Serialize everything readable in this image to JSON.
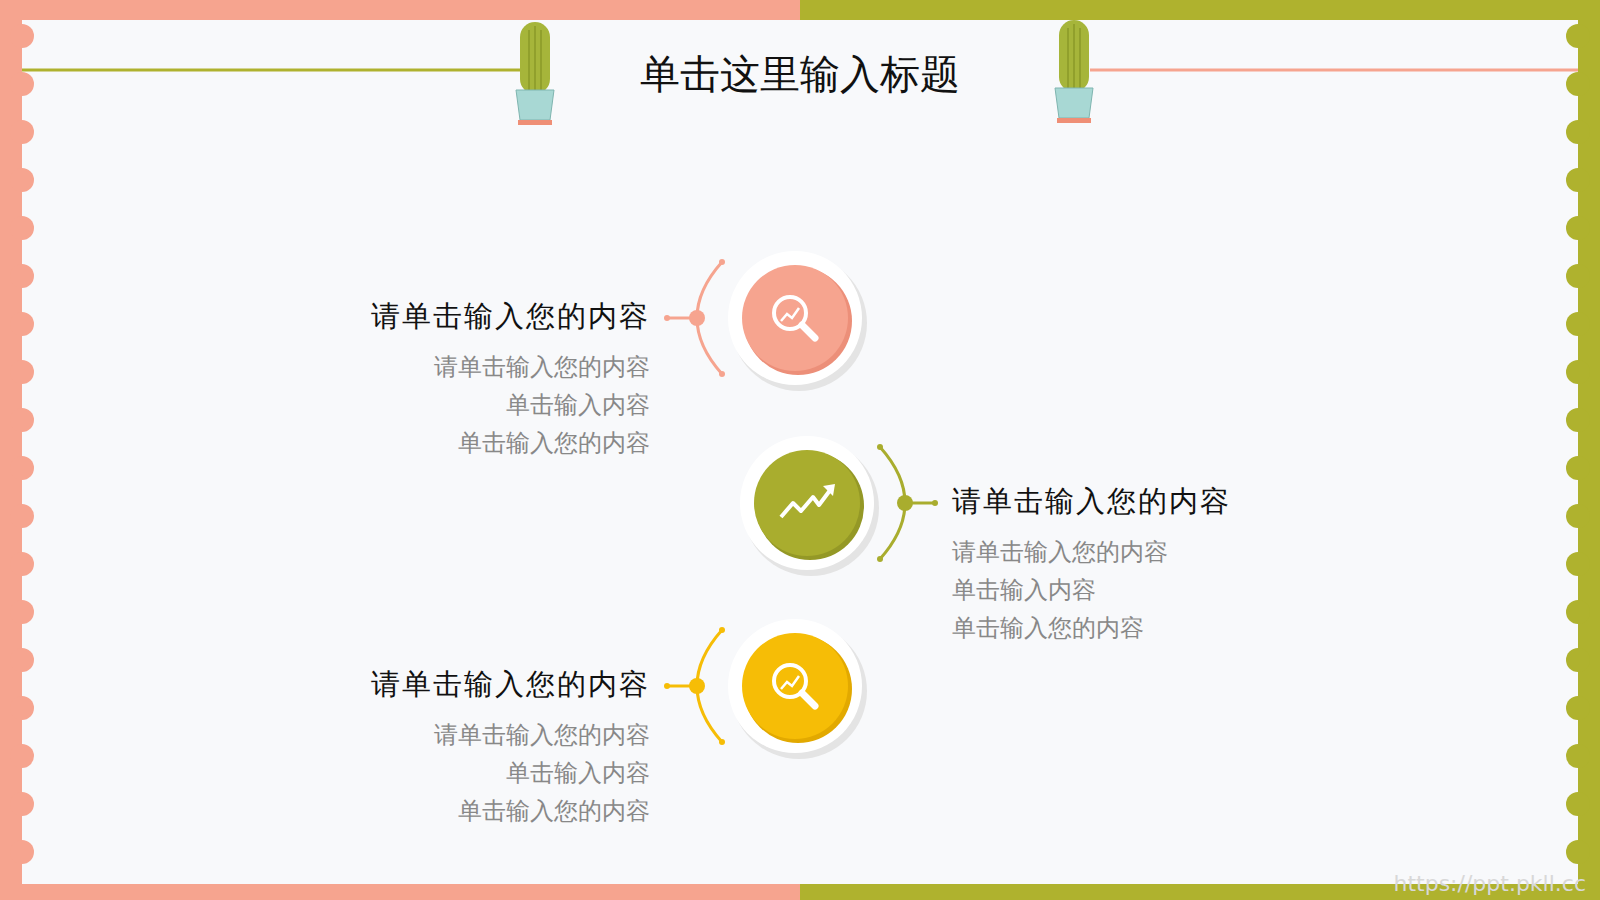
{
  "diagram": {
    "title": "单击这里输入标题",
    "nodes": [
      {
        "text": [
          "请单击输入您的内容",
          "请单击输入您的内容",
          "单击输入内容",
          "单击输入您的内容"
        ]
      },
      {
        "text": [
          "请单击输入您的内容",
          "请单击输入您的内容",
          "单击输入内容",
          "单击输入您的内容"
        ]
      },
      {
        "text": [
          "请单击输入您的内容",
          "请单击输入您的内容",
          "单击输入内容",
          "单击输入您的内容"
        ]
      }
    ],
    "labels": [
      "https://ppt.pkll.cc"
    ]
  }
}
